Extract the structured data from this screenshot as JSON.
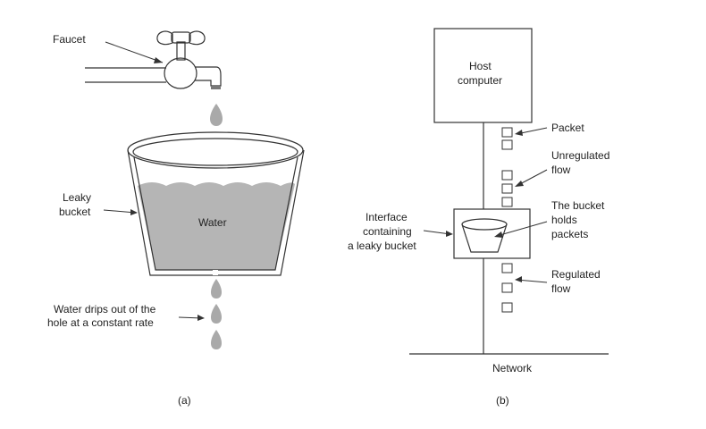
{
  "panel_a": {
    "faucet_label": "Faucet",
    "leaky_label": [
      "Leaky",
      "bucket"
    ],
    "water_label": "Water",
    "drip_label": [
      "Water drips out of the",
      "hole at a constant rate"
    ],
    "caption": "(a)"
  },
  "panel_b": {
    "host_label": [
      "Host",
      "computer"
    ],
    "packet_label": "Packet",
    "unregulated_label": [
      "Unregulated",
      "flow"
    ],
    "bucket_holds_label": [
      "The bucket",
      "holds",
      "packets"
    ],
    "interface_label": [
      "Interface",
      "containing",
      "a leaky bucket"
    ],
    "regulated_label": [
      "Regulated",
      "flow"
    ],
    "network_label": "Network",
    "caption": "(b)"
  },
  "colors": {
    "water": "#b5b5b5",
    "drop": "#a9a9a9",
    "line": "#333333"
  }
}
